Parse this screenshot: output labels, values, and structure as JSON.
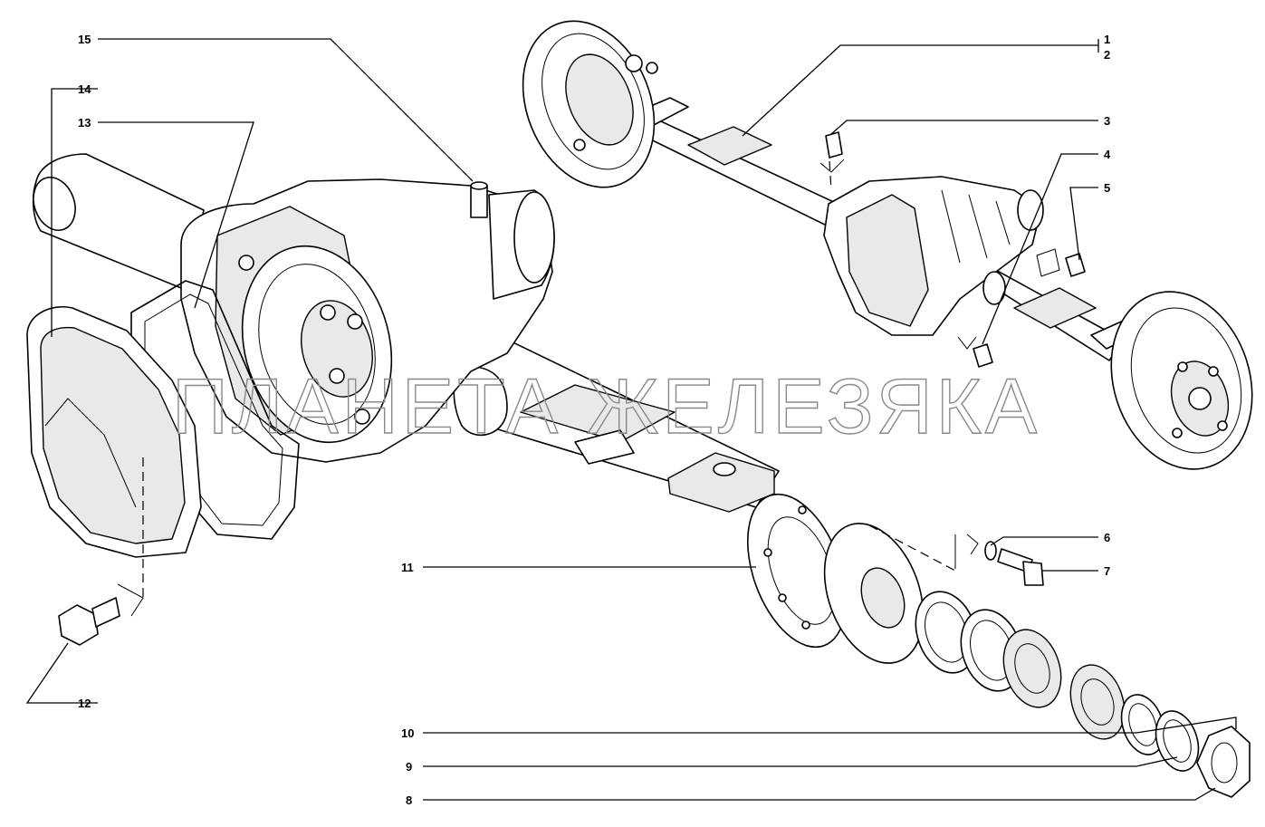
{
  "watermark": "ПЛАНЕТА ЖЕЛЕЗЯКА",
  "callouts": {
    "c1": "1",
    "c2": "2",
    "c3": "3",
    "c4": "4",
    "c5": "5",
    "c6": "6",
    "c7": "7",
    "c8": "8",
    "c9": "9",
    "c10": "10",
    "c11": "11",
    "c12": "12",
    "c13": "13",
    "c14": "14",
    "c15": "15"
  }
}
